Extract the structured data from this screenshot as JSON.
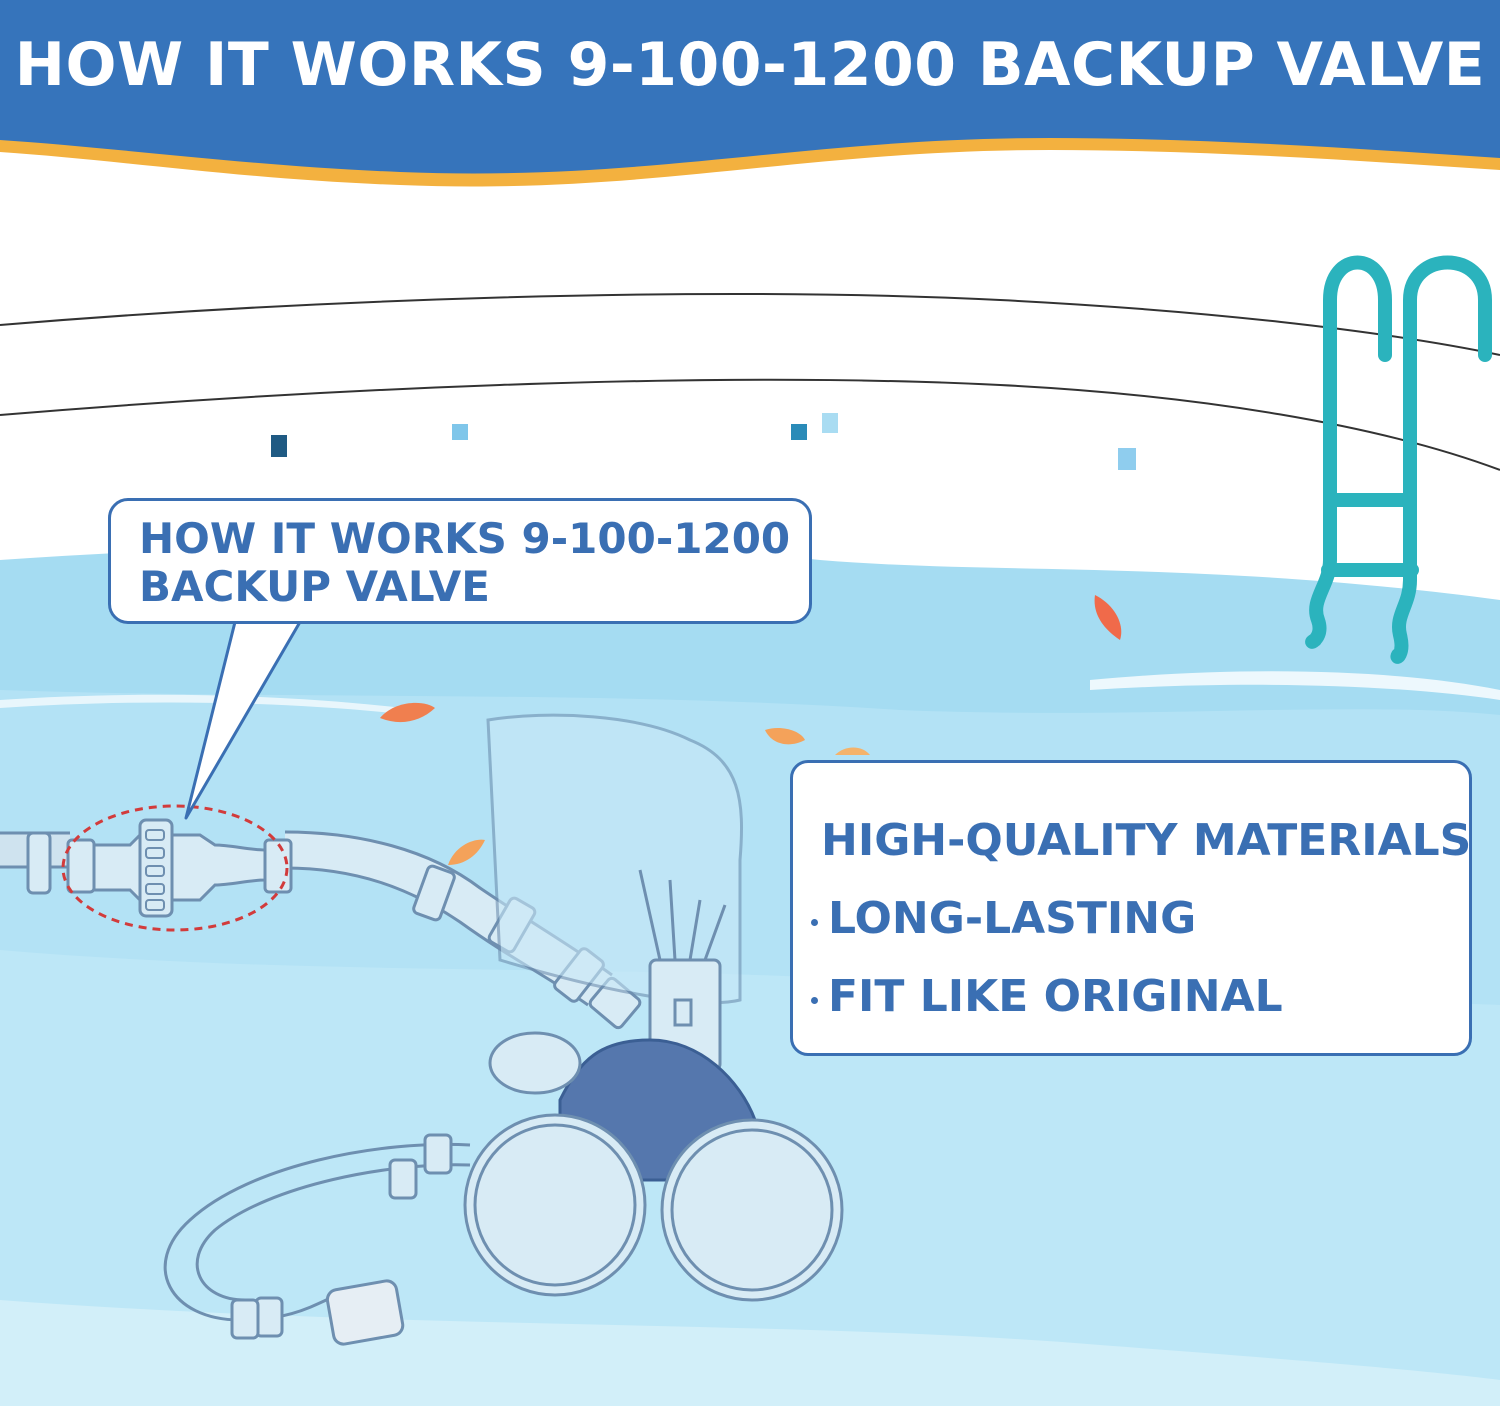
{
  "banner": {
    "title": "HOW IT WORKS 9-100-1200 BACKUP VALVE",
    "color": "#3674bb",
    "accent_color": "#f3b13f"
  },
  "callout": {
    "line1": "HOW IT WORKS 9-100-1200",
    "line2": "BACKUP VALVE"
  },
  "features": [
    {
      "label": "HIGH-QUALITY MATERIALS"
    },
    {
      "label": "LONG-LASTING"
    },
    {
      "label": "FIT LIKE ORIGINAL"
    }
  ],
  "colors": {
    "text_blue": "#3a6fb3",
    "water": "#a9def3",
    "ladder": "#2bb3bd",
    "cleaner_body": "#5577ad",
    "leaf_orange": "#f07f4f"
  },
  "icons": [
    "pool-ladder-icon",
    "pool-cleaner-icon",
    "backup-valve-icon",
    "leaf-icon"
  ]
}
